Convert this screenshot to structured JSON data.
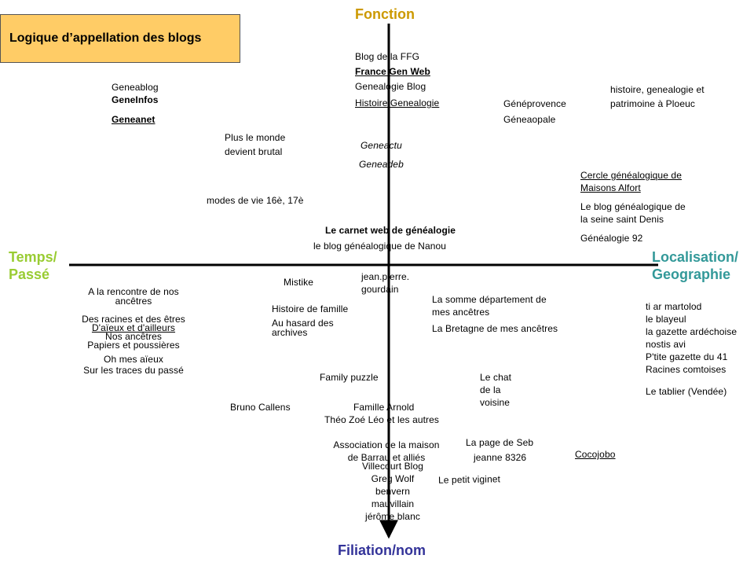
{
  "title": "Logique d’appellation des blogs",
  "axes": {
    "top": "Fonction",
    "bottom": "Filiation/nom",
    "left": [
      "Temps/",
      "Passé"
    ],
    "right": [
      "Localisation/",
      "Geographie"
    ]
  },
  "colors": {
    "top_axis": "#cc9900",
    "bottom_axis": "#333399",
    "left_axis": "#99cc33",
    "right_axis": "#339999",
    "title_fill": "#ffcc66",
    "axis_line": "#000000"
  },
  "blogs": {
    "geneablog": "Geneablog",
    "geneinfos": "GeneInfos",
    "geneanet": "Geneanet",
    "ffg": "Blog de la FFG",
    "francegenweb": "France Gen Web",
    "genealogie_blog": "Genealogie Blog",
    "histoire_genealogie": "Histoire Genealogie",
    "geneprovence": "Généprovence",
    "geneaopale": "Géneaopale",
    "ploeuc": [
      "histoire, genealogie et",
      "patrimoine à Ploeuc"
    ],
    "plus_monde": [
      "Plus le monde",
      "devient brutal"
    ],
    "geneactu": "Geneactu",
    "geneadeb": "Geneadeb",
    "cercle": [
      "Cercle généalogique de",
      "Maisons Alfort"
    ],
    "seine": [
      "Le blog généalogique de",
      "la seine saint Denis"
    ],
    "g92": "Généalogie 92",
    "modes": "modes  de vie 16è, 17è",
    "carnet": "Le carnet web de généalogie",
    "nanou": "le blog généalogique de Nanou",
    "mistike": "Mistike",
    "jeanpierre": [
      "jean.pierre.",
      "gourdain"
    ],
    "rencontre": [
      "A la rencontre de nos",
      "ancêtres"
    ],
    "racines": "Des racines et des êtres",
    "daieux": "D'aïeux et d'ailleurs",
    "nos_ancetres": "Nos ancêtres",
    "papiers": "Papiers et poussières",
    "oh_aieux": "Oh mes aïeux",
    "traces": "Sur les traces du passé",
    "histoire_famille": "Histoire de famille",
    "hasard": [
      "Au hasard des",
      "archives"
    ],
    "somme": [
      "La somme département de",
      "mes ancêtres"
    ],
    "bretagne": "La Bretagne de mes ancêtres",
    "right_list": [
      "ti ar martolod",
      "le blayeul",
      "la gazette ardéchoise",
      "nostis avi",
      "P'tite gazette du 41",
      "Racines comtoises"
    ],
    "tablier": "Le tablier (Vendée)",
    "family_puzzle": "Family puzzle",
    "chat": [
      "Le chat",
      "de la",
      "voisine"
    ],
    "callens": "Bruno Callens",
    "arnold": "Famille Arnold",
    "theo": "Théo Zoé Léo et les autres",
    "association": [
      "Association de la maison",
      "de Barrau et alliés"
    ],
    "page_seb": "La page de Seb",
    "jeanne": "jeanne 8326",
    "cocojobo": "Cocojobo",
    "bottom_list": [
      "Villecourt Blog",
      "Greg Wolf",
      "benvern",
      "mauvillain",
      "jérôme blanc"
    ],
    "viginet": "Le petit viginet"
  }
}
